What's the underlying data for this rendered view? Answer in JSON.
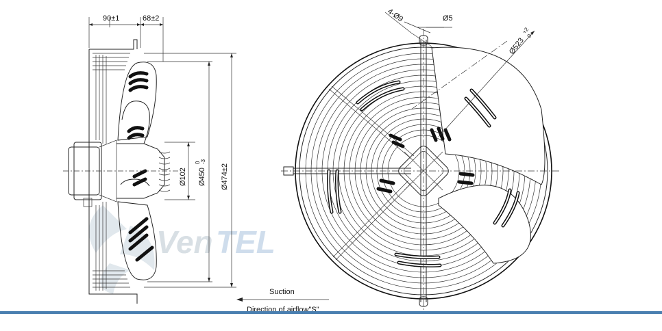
{
  "dimensions": {
    "depth_a": "90±1",
    "depth_b": "68±2",
    "hub_diameter": "Ø102",
    "impeller_diameter_main": "Ø450",
    "impeller_diameter_tol_upper": "0",
    "impeller_diameter_tol_lower": "-3",
    "guard_diameter": "Ø474±2",
    "mount_holes": "4-Ø9",
    "hole_size": "Ø5",
    "mount_circle_main": "Ø523",
    "mount_circle_tol_upper": "+2",
    "mount_circle_tol_lower": "0"
  },
  "airflow": {
    "suction_label": "Suction",
    "direction_label": "Direction of airflow\"S\""
  },
  "watermark": {
    "text_dark": "Ven",
    "text_light": "TEL"
  },
  "colors": {
    "line": "#222222",
    "watermark_dark": "#c9d6df",
    "watermark_blue": "#a9c3dd",
    "rule": "#4a7fb0"
  }
}
